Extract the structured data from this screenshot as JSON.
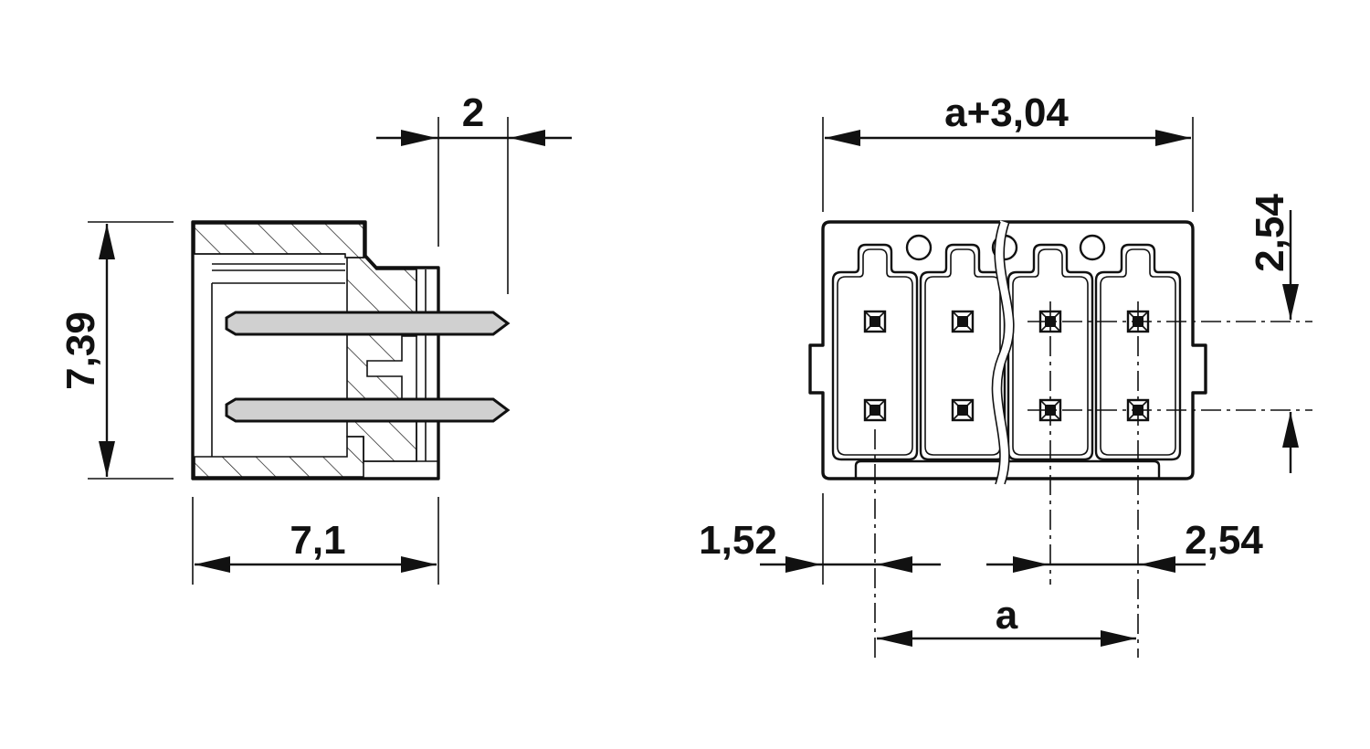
{
  "side_view": {
    "dim_height": "7,39",
    "dim_length": "7,1",
    "dim_pin_projection": "2"
  },
  "front_view": {
    "dim_total_width": "a+3,04",
    "dim_row_pitch": "2,54",
    "dim_edge_offset": "1,52",
    "dim_pitch": "2,54",
    "dim_span": "a"
  }
}
